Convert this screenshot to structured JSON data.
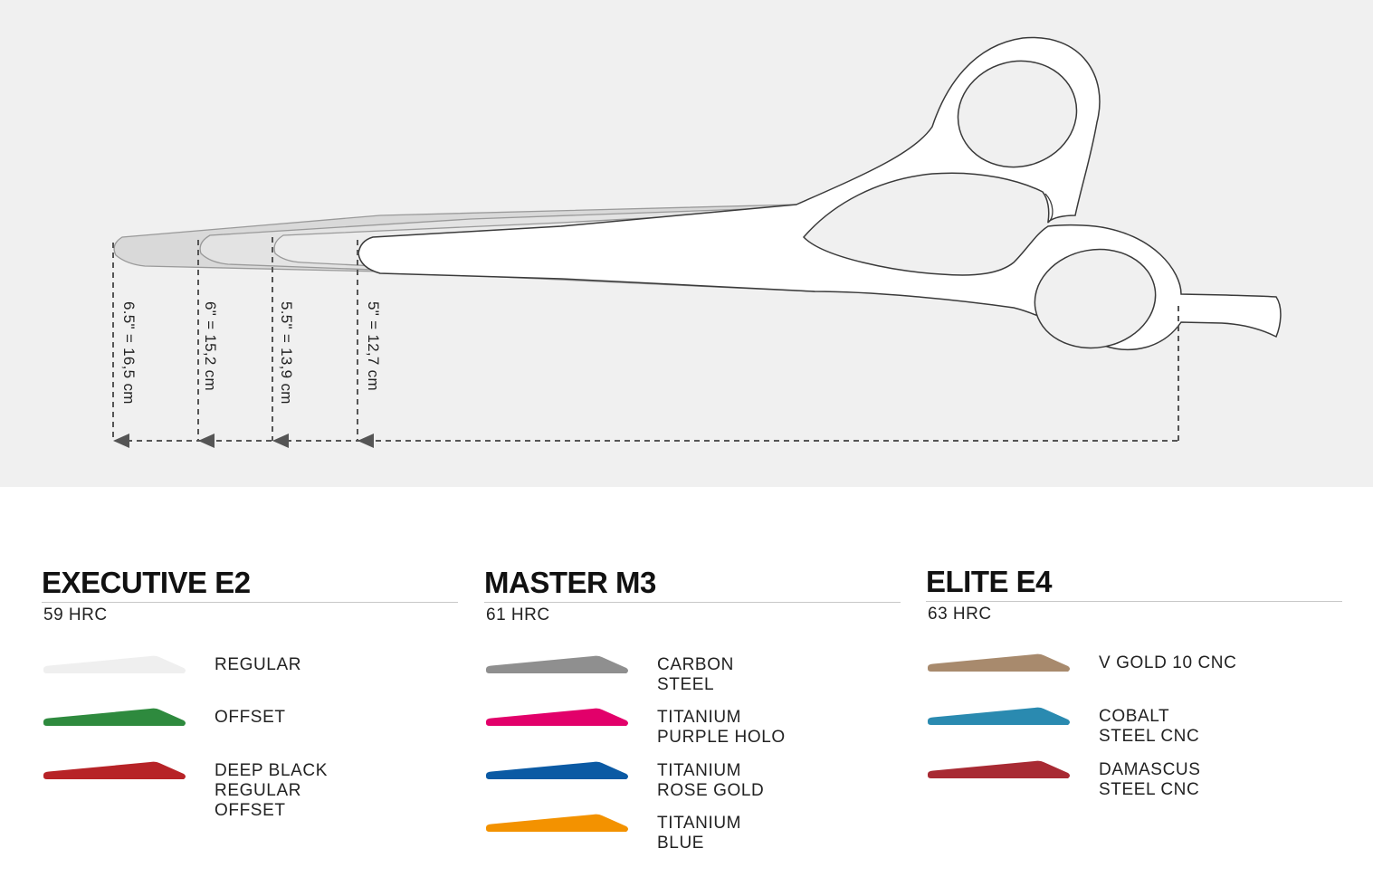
{
  "sizes": [
    {
      "id": "6-5",
      "text": "6.5\" =  16,5 cm"
    },
    {
      "id": "6",
      "text": "6\" =  15,2 cm"
    },
    {
      "id": "5-5",
      "text": "5.5\" =  13,9 cm"
    },
    {
      "id": "5",
      "text": "5\" =  12,7 cm"
    }
  ],
  "series": [
    {
      "id": "executive-e2",
      "name": "EXECUTIVE E2",
      "hardness": "59 HRC",
      "finishes": [
        {
          "label": "REGULAR",
          "color": "#efefef"
        },
        {
          "label": "OFFSET",
          "color": "#2e8a3e"
        },
        {
          "label": "DEEP BLACK\nREGULAR\nOFFSET",
          "color": "#b72327"
        }
      ]
    },
    {
      "id": "master-m3",
      "name": "MASTER M3",
      "hardness": "61 HRC",
      "finishes": [
        {
          "label": "CARBON\nSTEEL",
          "color": "#8f8f8f"
        },
        {
          "label": "TITANIUM\nPURPLE HOLO",
          "color": "#e2006a"
        },
        {
          "label": "TITANIUM\nROSE GOLD",
          "color": "#0b5aa4"
        },
        {
          "label": "TITANIUM\nBLUE",
          "color": "#f39200"
        }
      ]
    },
    {
      "id": "elite-e4",
      "name": "ELITE E4",
      "hardness": "63 HRC",
      "finishes": [
        {
          "label": "V GOLD 10 CNC",
          "color": "#a88a6d"
        },
        {
          "label": "COBALT\nSTEEL CNC",
          "color": "#2a8ab0"
        },
        {
          "label": "DAMASCUS\nSTEEL CNC",
          "color": "#a82a33"
        }
      ]
    }
  ]
}
